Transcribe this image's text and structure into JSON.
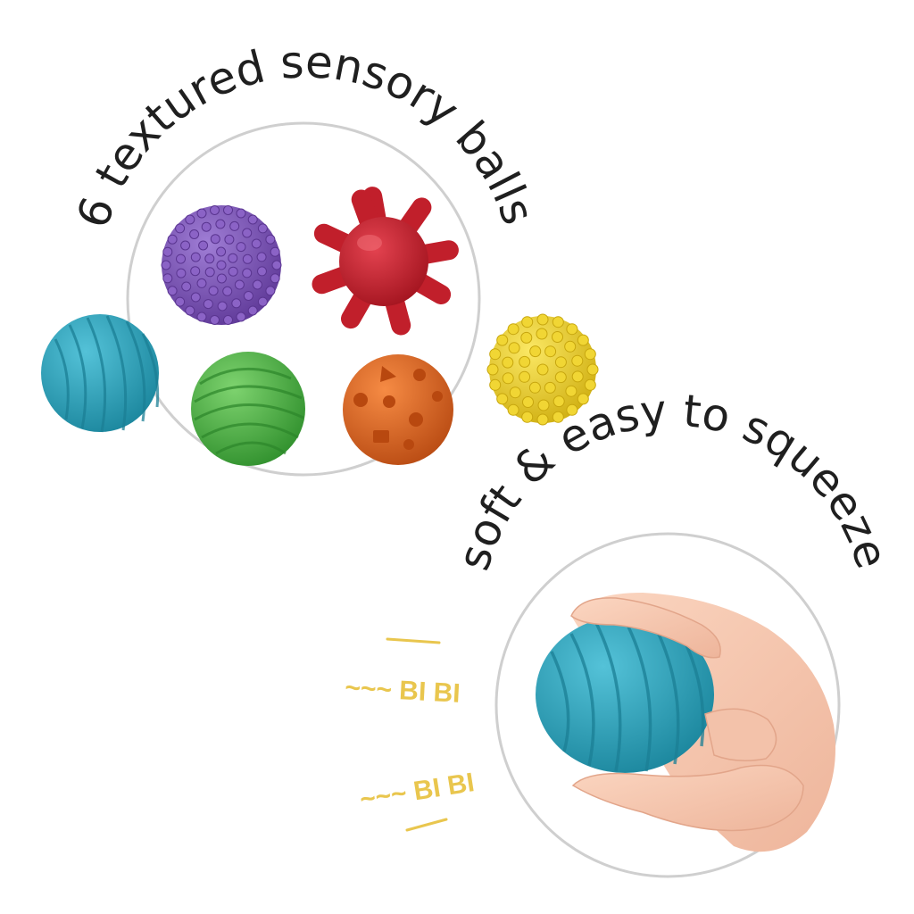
{
  "headline_balls": "6 textured sensory balls",
  "headline_squeeze": "soft & easy to squeeze",
  "sound_effects": [
    "~~~ BI BI",
    "~~~ BI BI"
  ],
  "balls": [
    {
      "name": "purple-dotted-ball",
      "color": "#7a4fb5"
    },
    {
      "name": "red-spiky-ball",
      "color": "#c9202e"
    },
    {
      "name": "blue-ribbed-ball",
      "color": "#2aa6bf"
    },
    {
      "name": "green-ribbed-ball",
      "color": "#4fb84a"
    },
    {
      "name": "orange-shape-ball",
      "color": "#e0641f"
    },
    {
      "name": "yellow-bumpy-ball",
      "color": "#f2d72a"
    }
  ],
  "accent_colors": {
    "sound_effect": "#e9c64e",
    "circle_outline": "#cfcfcf"
  }
}
